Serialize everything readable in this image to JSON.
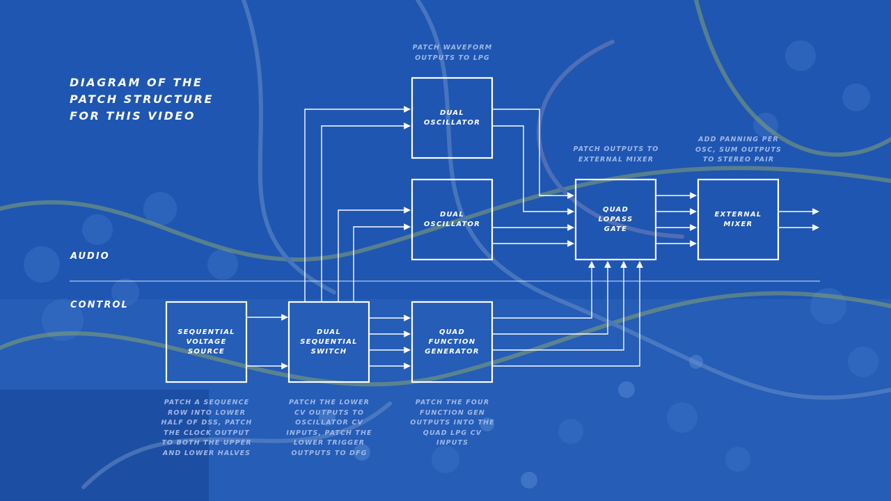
{
  "title": [
    "DIAGRAM OF THE",
    "PATCH STRUCTURE",
    "FOR THIS VIDEO"
  ],
  "sections": {
    "audio": "AUDIO",
    "control": "CONTROL"
  },
  "modules": {
    "osc1": [
      "DUAL",
      "OSCILLATOR"
    ],
    "osc2": [
      "DUAL",
      "OSCILLATOR"
    ],
    "lpg": [
      "QUAD",
      "LOPASS",
      "GATE"
    ],
    "mixer": [
      "EXTERNAL",
      "MIXER"
    ],
    "svs": [
      "SEQUENTIAL",
      "VOLTAGE",
      "SOURCE"
    ],
    "dss": [
      "DUAL",
      "SEQUENTIAL",
      "SWITCH"
    ],
    "qfg": [
      "QUAD",
      "FUNCTION",
      "GENERATOR"
    ]
  },
  "notes": {
    "osc": [
      "PATCH WAVEFORM",
      "OUTPUTS TO LPG"
    ],
    "lpg": [
      "PATCH OUTPUTS TO",
      "EXTERNAL MIXER"
    ],
    "mixer": [
      "ADD PANNING PER",
      "OSC, SUM OUTPUTS",
      "TO STEREO PAIR"
    ],
    "svs": [
      "PATCH A SEQUENCE",
      "ROW INTO LOWER",
      "HALF OF DSS, PATCH",
      "THE CLOCK OUTPUT",
      "TO BOTH THE UPPER",
      "AND LOWER HALVES"
    ],
    "dss": [
      "PATCH THE LOWER",
      "CV OUTPUTS TO",
      "OSCILLATOR CV",
      "INPUTS, PATCH THE",
      "LOWER TRIGGER",
      "OUTPUTS TO DFG"
    ],
    "qfg": [
      "PATCH THE FOUR",
      "FUNCTION GEN",
      "OUTPUTS INTO THE",
      "QUAD LPG CV",
      "INPUTS"
    ]
  },
  "colors": {
    "overlay": "#1e55b0",
    "line": "#ffffff",
    "note": "#9fb7e8"
  }
}
